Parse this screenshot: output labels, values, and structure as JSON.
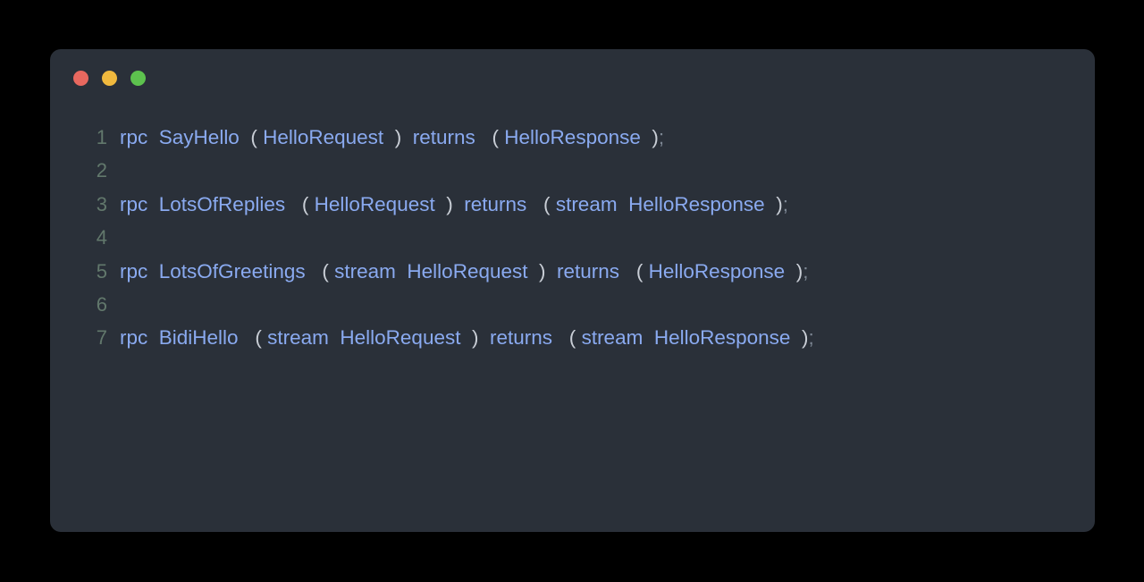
{
  "window": {
    "background_color": "#2a3039",
    "page_background_color": "#000000",
    "traffic_lights": [
      {
        "name": "close",
        "color": "#e8685f"
      },
      {
        "name": "minimize",
        "color": "#f0b93e"
      },
      {
        "name": "maximize",
        "color": "#5dc24e"
      }
    ]
  },
  "editor": {
    "language": "protobuf",
    "token_colors": {
      "keyword": "#8aaaf0",
      "identifier": "#8aaaf0",
      "type": "#8aaaf0",
      "punctuation": "#c9ced6",
      "semicolon": "#7d8794",
      "line_number": "#62786c"
    },
    "lines": [
      {
        "number": "1",
        "tokens": [
          {
            "text": "rpc",
            "kind": "kw"
          },
          {
            "text": "  ",
            "kind": "sp"
          },
          {
            "text": "SayHello",
            "kind": "id"
          },
          {
            "text": "  ",
            "kind": "sp"
          },
          {
            "text": "(",
            "kind": "punct"
          },
          {
            "text": " ",
            "kind": "sp"
          },
          {
            "text": "HelloRequest",
            "kind": "type"
          },
          {
            "text": "  ",
            "kind": "sp"
          },
          {
            "text": ")",
            "kind": "punct"
          },
          {
            "text": "  ",
            "kind": "sp"
          },
          {
            "text": "returns",
            "kind": "kw"
          },
          {
            "text": "   ",
            "kind": "sp"
          },
          {
            "text": "(",
            "kind": "punct"
          },
          {
            "text": " ",
            "kind": "sp"
          },
          {
            "text": "HelloResponse",
            "kind": "type"
          },
          {
            "text": "  ",
            "kind": "sp"
          },
          {
            "text": ")",
            "kind": "punct"
          },
          {
            "text": "",
            "kind": "sp"
          },
          {
            "text": ";",
            "kind": "semi"
          }
        ]
      },
      {
        "number": "2",
        "tokens": []
      },
      {
        "number": "3",
        "tokens": [
          {
            "text": "rpc",
            "kind": "kw"
          },
          {
            "text": "  ",
            "kind": "sp"
          },
          {
            "text": "LotsOfReplies",
            "kind": "id"
          },
          {
            "text": "   ",
            "kind": "sp"
          },
          {
            "text": "(",
            "kind": "punct"
          },
          {
            "text": " ",
            "kind": "sp"
          },
          {
            "text": "HelloRequest",
            "kind": "type"
          },
          {
            "text": "  ",
            "kind": "sp"
          },
          {
            "text": ")",
            "kind": "punct"
          },
          {
            "text": "  ",
            "kind": "sp"
          },
          {
            "text": "returns",
            "kind": "kw"
          },
          {
            "text": "   ",
            "kind": "sp"
          },
          {
            "text": "(",
            "kind": "punct"
          },
          {
            "text": " ",
            "kind": "sp"
          },
          {
            "text": "stream",
            "kind": "kw"
          },
          {
            "text": "  ",
            "kind": "sp"
          },
          {
            "text": "HelloResponse",
            "kind": "type"
          },
          {
            "text": "  ",
            "kind": "sp"
          },
          {
            "text": ")",
            "kind": "punct"
          },
          {
            "text": "",
            "kind": "sp"
          },
          {
            "text": ";",
            "kind": "semi"
          }
        ]
      },
      {
        "number": "4",
        "tokens": []
      },
      {
        "number": "5",
        "tokens": [
          {
            "text": "rpc",
            "kind": "kw"
          },
          {
            "text": "  ",
            "kind": "sp"
          },
          {
            "text": "LotsOfGreetings",
            "kind": "id"
          },
          {
            "text": "   ",
            "kind": "sp"
          },
          {
            "text": "(",
            "kind": "punct"
          },
          {
            "text": " ",
            "kind": "sp"
          },
          {
            "text": "stream",
            "kind": "kw"
          },
          {
            "text": "  ",
            "kind": "sp"
          },
          {
            "text": "HelloRequest",
            "kind": "type"
          },
          {
            "text": "  ",
            "kind": "sp"
          },
          {
            "text": ")",
            "kind": "punct"
          },
          {
            "text": "  ",
            "kind": "sp"
          },
          {
            "text": "returns",
            "kind": "kw"
          },
          {
            "text": "   ",
            "kind": "sp"
          },
          {
            "text": "(",
            "kind": "punct"
          },
          {
            "text": " ",
            "kind": "sp"
          },
          {
            "text": "HelloResponse",
            "kind": "type"
          },
          {
            "text": "  ",
            "kind": "sp"
          },
          {
            "text": ")",
            "kind": "punct"
          },
          {
            "text": "",
            "kind": "sp"
          },
          {
            "text": ";",
            "kind": "semi"
          }
        ]
      },
      {
        "number": "6",
        "tokens": []
      },
      {
        "number": "7",
        "tokens": [
          {
            "text": "rpc",
            "kind": "kw"
          },
          {
            "text": "  ",
            "kind": "sp"
          },
          {
            "text": "BidiHello",
            "kind": "id"
          },
          {
            "text": "   ",
            "kind": "sp"
          },
          {
            "text": "(",
            "kind": "punct"
          },
          {
            "text": " ",
            "kind": "sp"
          },
          {
            "text": "stream",
            "kind": "kw"
          },
          {
            "text": "  ",
            "kind": "sp"
          },
          {
            "text": "HelloRequest",
            "kind": "type"
          },
          {
            "text": "  ",
            "kind": "sp"
          },
          {
            "text": ")",
            "kind": "punct"
          },
          {
            "text": "  ",
            "kind": "sp"
          },
          {
            "text": "returns",
            "kind": "kw"
          },
          {
            "text": "   ",
            "kind": "sp"
          },
          {
            "text": "(",
            "kind": "punct"
          },
          {
            "text": " ",
            "kind": "sp"
          },
          {
            "text": "stream",
            "kind": "kw"
          },
          {
            "text": "  ",
            "kind": "sp"
          },
          {
            "text": "HelloResponse",
            "kind": "type"
          },
          {
            "text": "  ",
            "kind": "sp"
          },
          {
            "text": ")",
            "kind": "punct"
          },
          {
            "text": "",
            "kind": "sp"
          },
          {
            "text": ";",
            "kind": "semi"
          }
        ]
      }
    ]
  }
}
